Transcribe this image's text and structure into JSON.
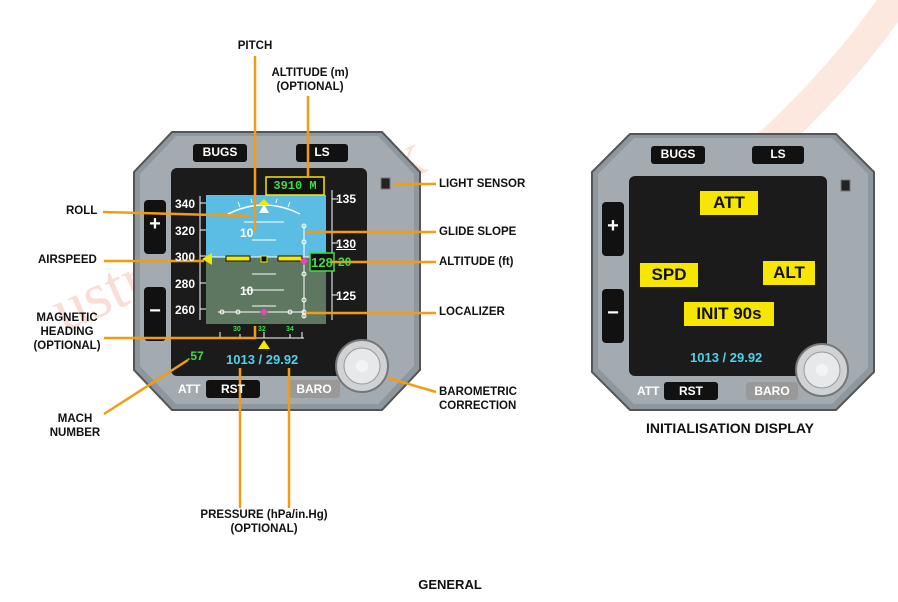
{
  "watermark": "ustrie - Technik",
  "footer_title": "GENERAL",
  "init_caption": "INITIALISATION DISPLAY",
  "callouts": {
    "pitch": "PITCH",
    "altitude_m_line1": "ALTITUDE (m)",
    "altitude_m_line2": "(OPTIONAL)",
    "roll": "ROLL",
    "airspeed": "AIRSPEED",
    "magnetic_line1": "MAGNETIC",
    "magnetic_line2": "HEADING",
    "magnetic_line3": "(OPTIONAL)",
    "mach_line1": "MACH",
    "mach_line2": "NUMBER",
    "light_sensor": "LIGHT SENSOR",
    "glide_slope": "GLIDE SLOPE",
    "altitude_ft": "ALTITUDE (ft)",
    "localizer": "LOCALIZER",
    "baro_line1": "BAROMETRIC",
    "baro_line2": "CORRECTION",
    "pressure_line1": "PRESSURE (hPa/in.Hg)",
    "pressure_line2": "(OPTIONAL)"
  },
  "left_instrument": {
    "bugs_label": "BUGS",
    "ls_label": "LS",
    "att_label": "ATT",
    "rst_label": "RST",
    "baro_label": "BARO",
    "plus_label": "+",
    "minus_label": "−",
    "altitude_m": "3910 M",
    "airspeed_ticks": [
      "340",
      "320",
      "300",
      "280",
      "260"
    ],
    "altitude_ticks": [
      "135",
      "130",
      "125"
    ],
    "altitude_value": "128",
    "altitude_value_small": "20",
    "pitch_up": "10",
    "pitch_down": "10",
    "heading_ticks": [
      "30",
      "32",
      "34"
    ],
    "mach": ".57",
    "pressure": "1013 / 29.92"
  },
  "right_instrument": {
    "bugs_label": "BUGS",
    "ls_label": "LS",
    "att_label": "ATT",
    "rst_label": "RST",
    "baro_label": "BARO",
    "plus_label": "+",
    "minus_label": "−",
    "att_flag": "ATT",
    "spd_flag": "SPD",
    "alt_flag": "ALT",
    "init_flag": "INIT 90s",
    "pressure": "1013 / 29.92"
  },
  "colors": {
    "bezel": "#8e979d",
    "screen": "#1b1b1b",
    "sky": "#5bbce4",
    "ground": "#5d7760",
    "accent_yellow": "#f7e600",
    "readout_green": "#3fdc4a",
    "readout_cyan": "#4fd2ea",
    "callout_line": "#f39c12"
  }
}
